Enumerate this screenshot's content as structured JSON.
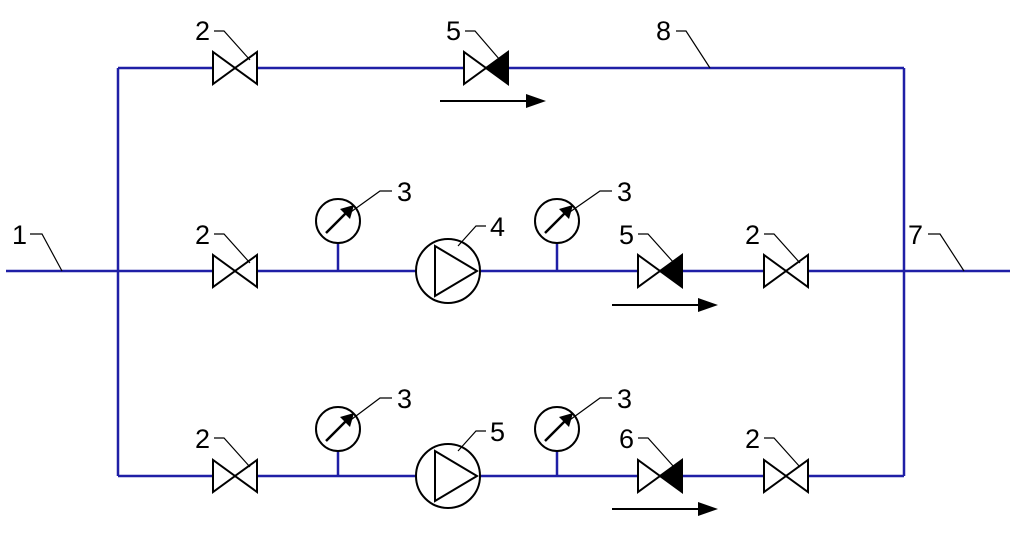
{
  "labels": {
    "inlet": "1",
    "outlet": "7",
    "bypass_line": "8",
    "bypass_valve": "2",
    "bypass_check_valve": "5",
    "pump1_inlet_valve": "2",
    "pump1_suction_gauge": "3",
    "pump1": "4",
    "pump1_discharge_gauge": "3",
    "pump1_check_valve": "5",
    "pump1_outlet_valve": "2",
    "pump2_inlet_valve": "2",
    "pump2_suction_gauge": "3",
    "pump2": "5",
    "pump2_discharge_gauge": "3",
    "pump2_check_valve": "6",
    "pump2_outlet_valve": "2"
  },
  "colors": {
    "pipe": "#1f1fa6",
    "symbol": "#000000",
    "background": "#ffffff"
  },
  "icons": {
    "valve": "gate-valve-icon",
    "check_valve": "check-valve-icon",
    "pump": "pump-icon",
    "gauge": "pressure-gauge-icon",
    "flow_arrow": "flow-arrow-icon"
  }
}
